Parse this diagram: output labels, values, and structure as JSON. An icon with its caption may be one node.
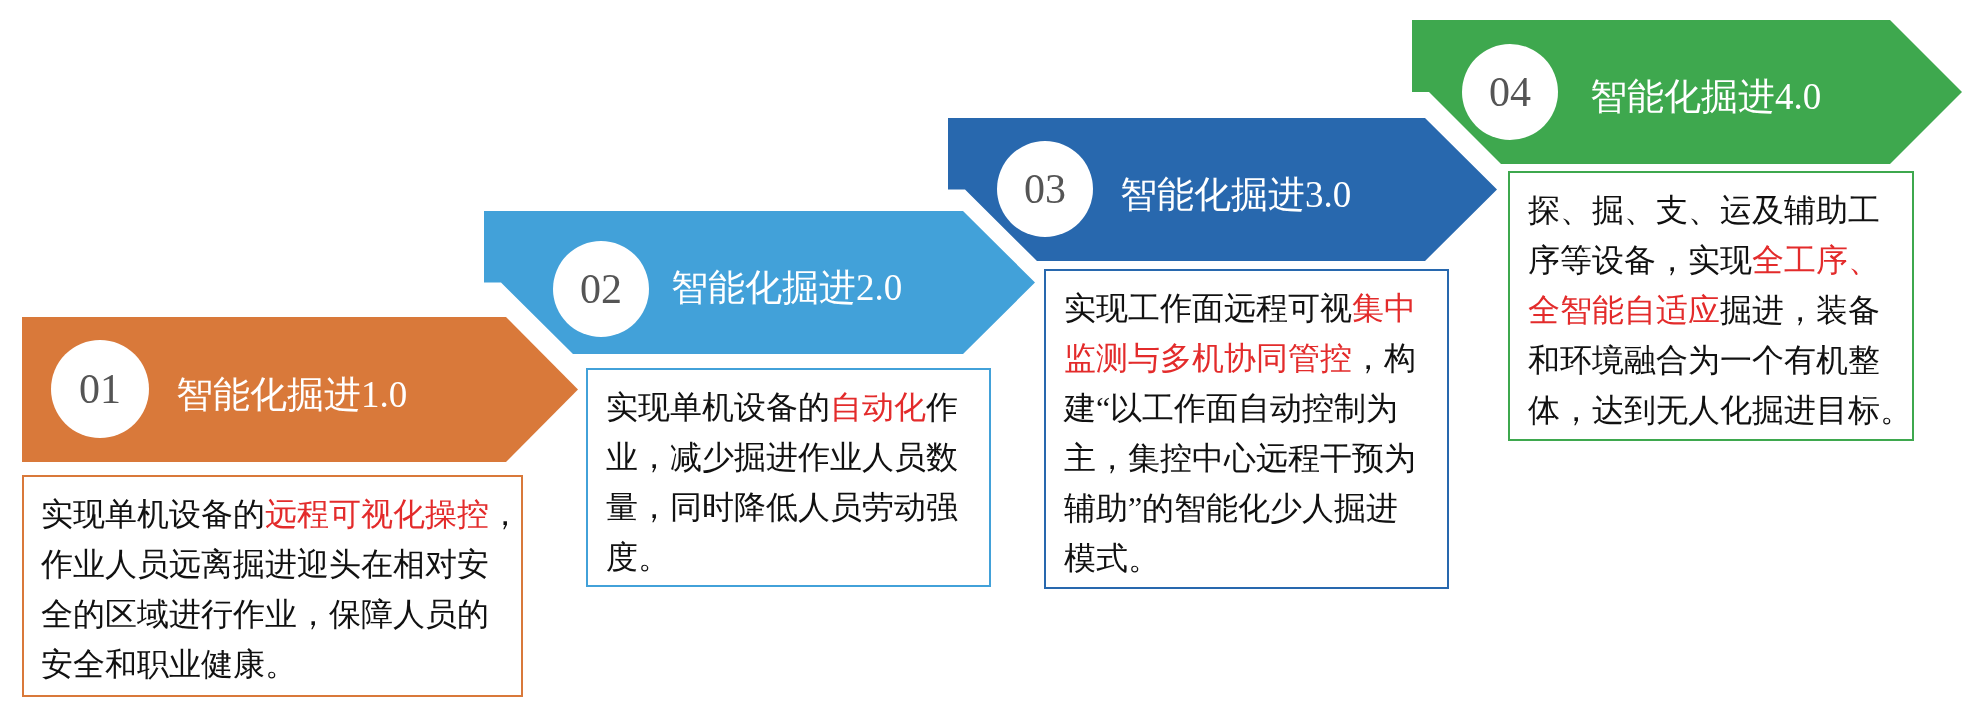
{
  "diagram": {
    "nodes": [
      {
        "text": [
          "智能化掘进1.0"
        ]
      },
      {
        "text": [
          "01"
        ],
        "in": 0
      },
      {
        "text": [
          "实现单机设备的**远程可视化操控**，作业人员远离掘进迎头在相对安全的区域进行作业，保障人员的安全和职业健康。"
        ]
      },
      {
        "text": [
          "智能化掘进2.0"
        ]
      },
      {
        "text": [
          "02"
        ],
        "in": 3
      },
      {
        "text": [
          "实现单机设备的**自动化**作业，减少掘进作业人员数量，同时降低人员劳动强度。"
        ]
      },
      {
        "text": [
          "智能化掘进3.0"
        ]
      },
      {
        "text": [
          "03"
        ],
        "in": 6
      },
      {
        "text": [
          "实现工作面远程可视**集中监测与多机协同管控**，构建“以工作面自动控制为主，集控中心远程干预为辅助”的智能化少人掘进模式。"
        ]
      },
      {
        "text": [
          "智能化掘进4.0"
        ]
      },
      {
        "text": [
          "04"
        ],
        "in": 9
      },
      {
        "text": [
          "探、掘、支、运及辅助工序等设备，实现**全工序、全智能自适应**掘进，装备和环境融合为一个有机整体，达到无人化掘进目标。"
        ]
      }
    ]
  }
}
